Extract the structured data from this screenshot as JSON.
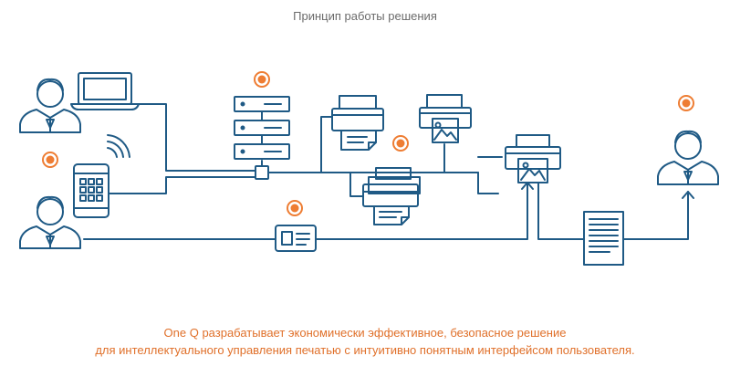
{
  "header": {
    "title": "Принцип работы решения"
  },
  "footer": {
    "line1": "One Q разрабатывает экономически эффективное, безопасное решение",
    "line2": "для интеллектуального управления печатью с интуитивно понятным интерфейсом пользователя."
  },
  "colors": {
    "line": "#1f5a85",
    "marker": "#ee7d33",
    "text_accent": "#e0702a",
    "title": "#6b6b6b"
  }
}
